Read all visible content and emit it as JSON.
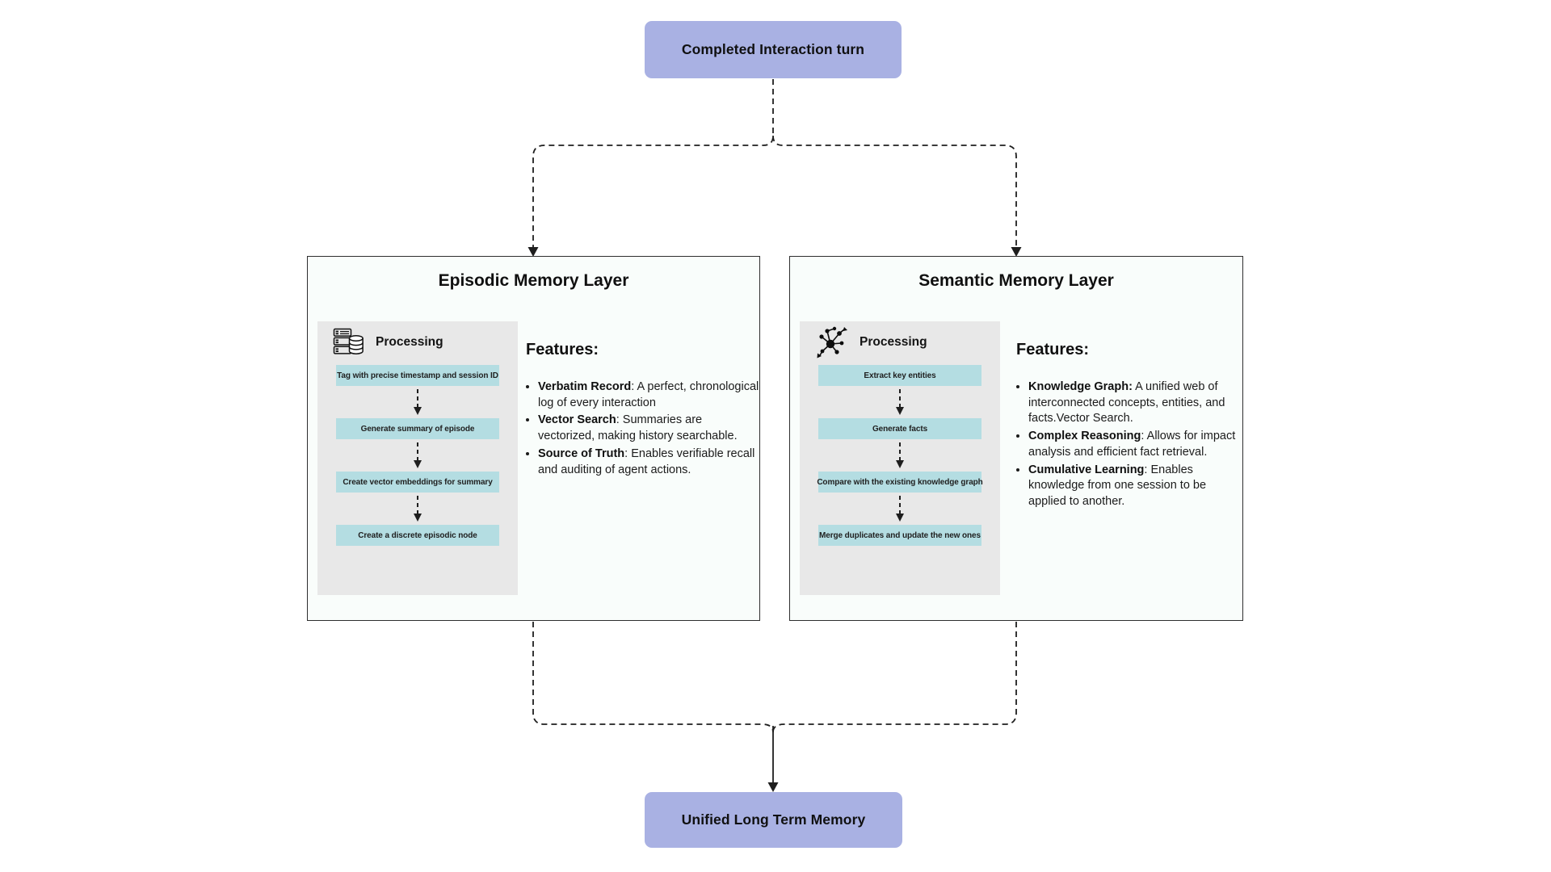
{
  "diagram": {
    "top_node_label": "Completed Interaction turn",
    "bottom_node_label": "Unified Long Term Memory"
  },
  "episodic": {
    "title": "Episodic Memory Layer",
    "processing_label": "Processing",
    "icon": "database-server-icon",
    "steps": [
      "Tag with precise timestamp and session ID",
      "Generate summary of episode",
      "Create vector embeddings for summary",
      "Create a discrete episodic node"
    ],
    "features_title": "Features:",
    "features": [
      {
        "term": "Verbatim Record",
        "desc": ": A perfect, chronological log of every interaction"
      },
      {
        "term": "Vector Search",
        "desc": ": Summaries are vectorized, making history searchable."
      },
      {
        "term": "Source of Truth",
        "desc": ": Enables verifiable recall and auditing of agent actions."
      }
    ]
  },
  "semantic": {
    "title": "Semantic Memory Layer",
    "processing_label": "Processing",
    "icon": "knowledge-graph-icon",
    "steps": [
      "Extract key entities",
      "Generate facts",
      "Compare with the existing knowledge graph",
      "Merge duplicates and update the new ones"
    ],
    "features_title": "Features:",
    "features": [
      {
        "term": "Knowledge Graph:",
        "desc": " A unified web of interconnected concepts, entities, and facts.Vector Search."
      },
      {
        "term": "Complex Reasoning",
        "desc": ": Allows for impact analysis and efficient fact retrieval."
      },
      {
        "term": "Cumulative Learning",
        "desc": ": Enables knowledge from one session to be applied to another."
      }
    ]
  },
  "colors": {
    "node_fill": "#a9b1e3",
    "step_fill": "#b4dde2",
    "panel_fill": "#e8e8e8",
    "box_fill": "#f9fdfb",
    "line": "#1e1e1e"
  }
}
